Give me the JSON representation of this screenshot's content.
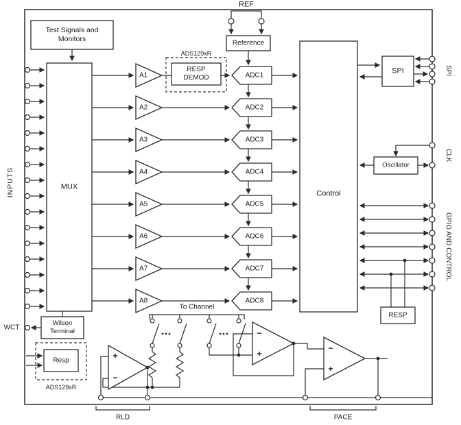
{
  "diagram": {
    "pins": {
      "ref": "REF",
      "inputs": "INPUTS",
      "wct": "WCT",
      "spi": "SPI",
      "clk": "CLK",
      "gpio": "GPIO AND CONTROL"
    },
    "blocks": {
      "test_signals_line1": "Test Signals and",
      "test_signals_line2": "Monitors",
      "reference": "Reference",
      "mux": "MUX",
      "control": "Control",
      "spi": "SPI",
      "oscillator": "Oscillator",
      "resp_right": "RESP",
      "wilson_line1": "Wilson",
      "wilson_line2": "Terminal",
      "resp_demod_line1": "RESP",
      "resp_demod_line2": "DEMOD",
      "resp_bottom": "Resp",
      "ads129xr_top": "ADS129xR",
      "ads129xr_bottom": "ADS129xR"
    },
    "amps": [
      "A1",
      "A2",
      "A3",
      "A4",
      "A5",
      "A6",
      "A7",
      "A8"
    ],
    "adcs": [
      "ADC1",
      "ADC2",
      "ADC3",
      "ADC4",
      "ADC5",
      "ADC6",
      "ADC7",
      "ADC8"
    ],
    "annotations": {
      "to_channel": "To Channel",
      "rld": "RLD",
      "pace": "PACE"
    },
    "opamps": {
      "rld_plus": "+",
      "rld_minus": "−",
      "pace1_minus": "−",
      "pace1_plus": "+",
      "pace2_minus": "−",
      "pace2_plus": "+"
    },
    "colors": {
      "line": "#2b2a28",
      "background": "#ffffff"
    }
  }
}
